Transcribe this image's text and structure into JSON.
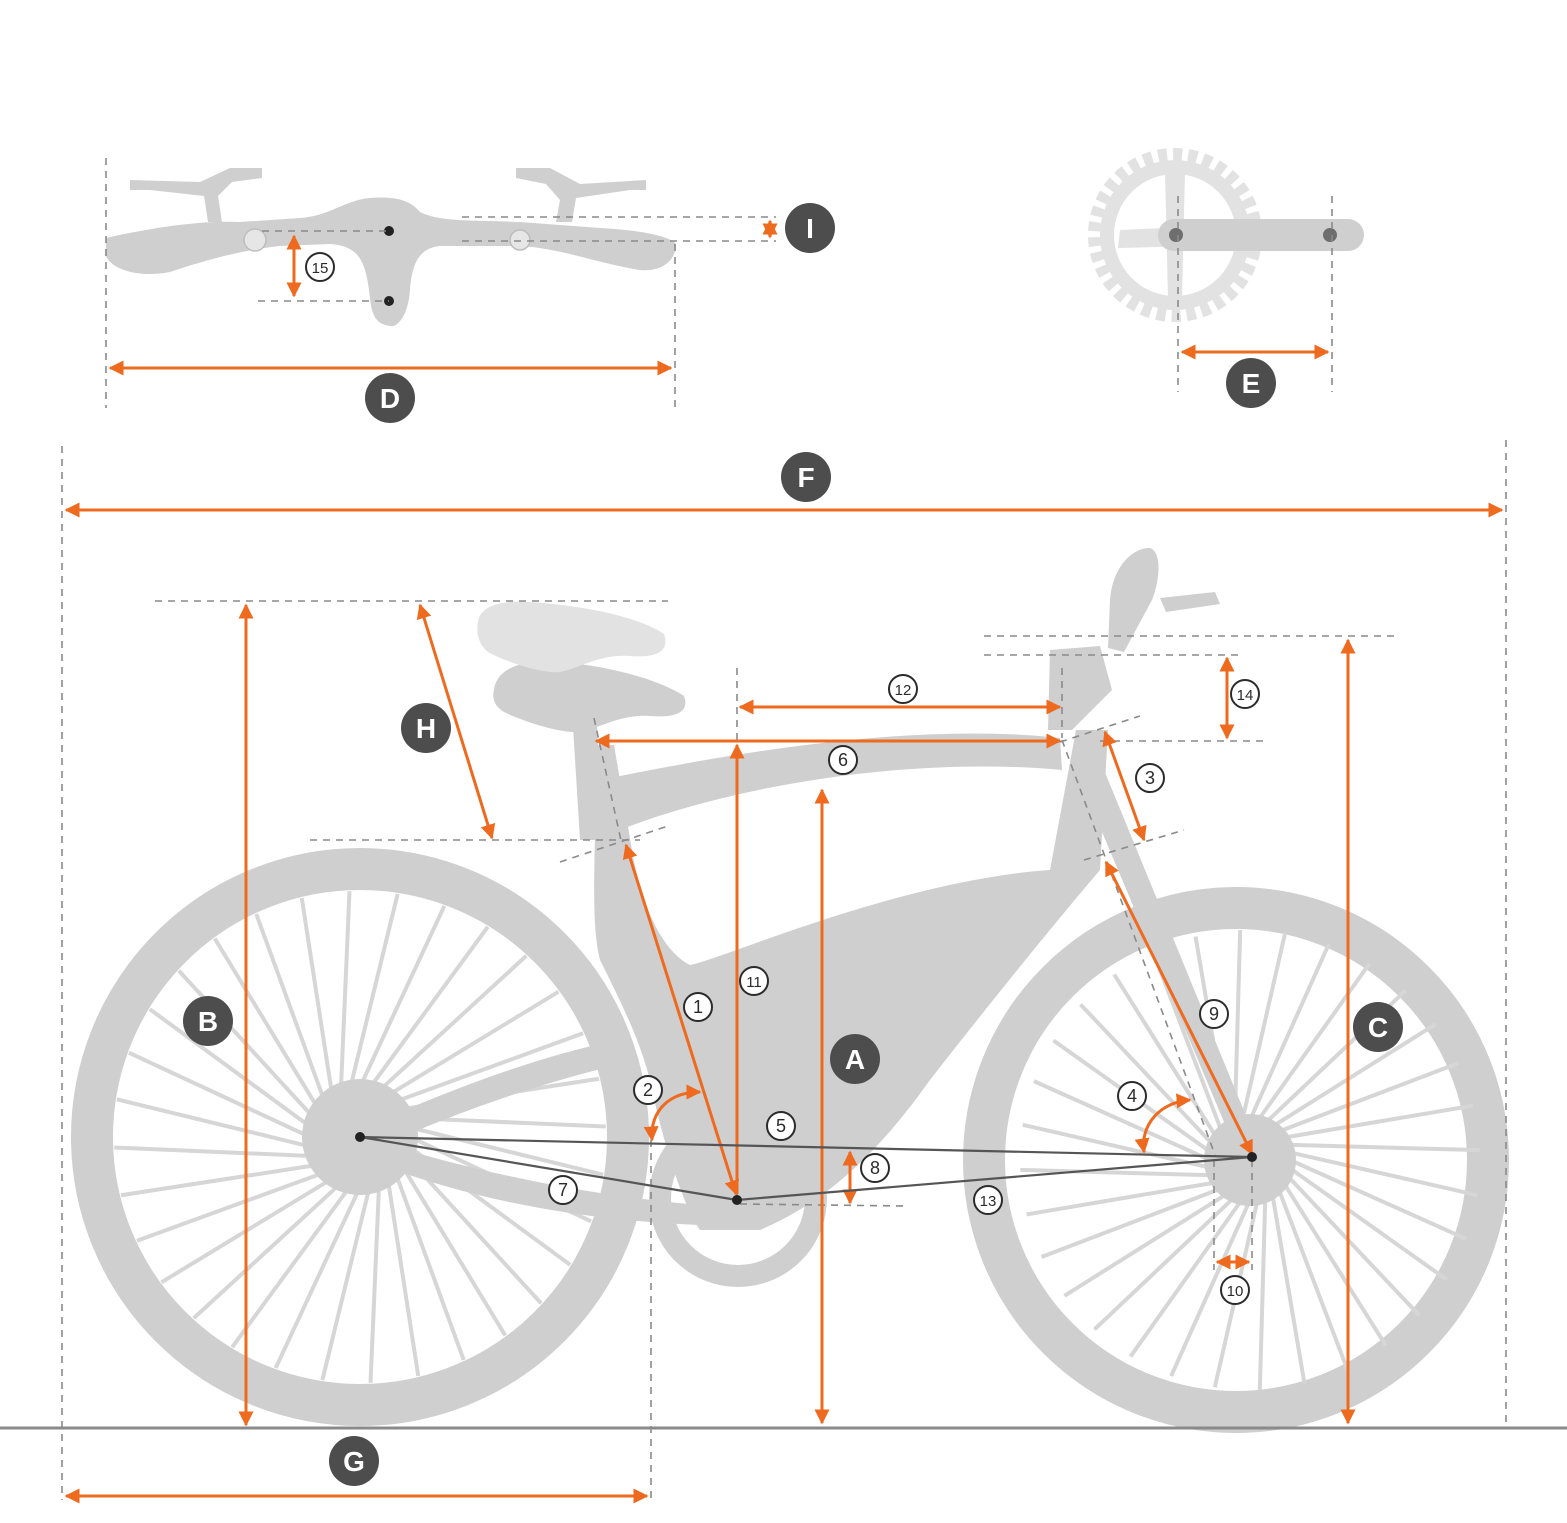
{
  "letters": {
    "a": "A",
    "b": "B",
    "c": "C",
    "d": "D",
    "e": "E",
    "f": "F",
    "g": "G",
    "h": "H",
    "i": "I"
  },
  "numbers": {
    "n1": "1",
    "n2": "2",
    "n3": "3",
    "n4": "4",
    "n5": "5",
    "n6": "6",
    "n7": "7",
    "n8": "8",
    "n9": "9",
    "n10": "10",
    "n11": "11",
    "n12": "12",
    "n13": "13",
    "n14": "14",
    "n15": "15"
  },
  "colors": {
    "dimension_line": "#ee6a1f",
    "bike_silhouette": "#cfcfcf",
    "badge": "#4d4d4d",
    "guide_line": "#8a8a8a"
  }
}
